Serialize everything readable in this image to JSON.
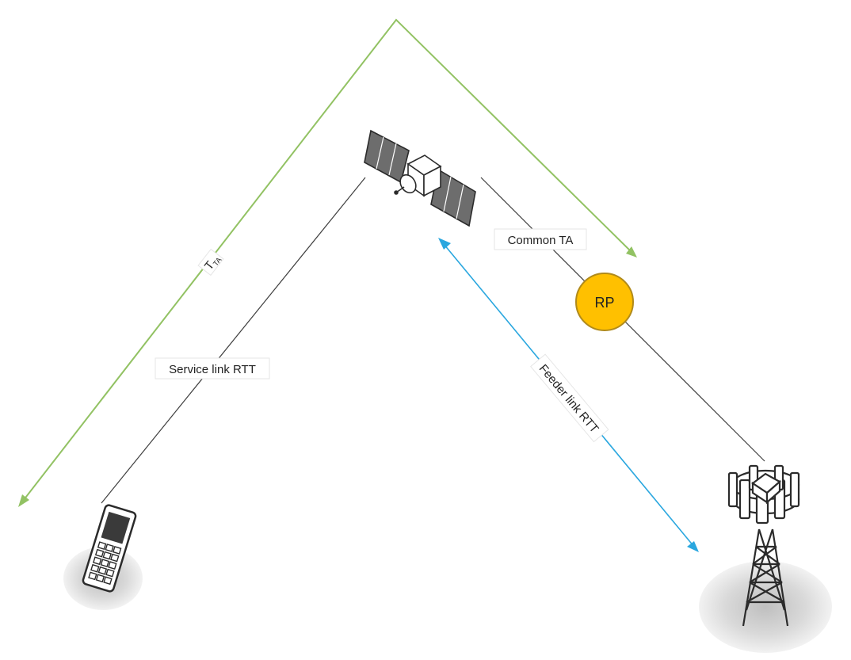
{
  "labels": {
    "tta_main": "T",
    "tta_sub": "TA",
    "common_ta": "Common TA",
    "service_link": "Service link RTT",
    "feeder_link": "Feeder link RTT",
    "rp": "RP"
  },
  "colors": {
    "tta_arrow": "#92c263",
    "feeder_arrow": "#2aa7df",
    "link_line": "#3f3f3f",
    "rp_fill": "#ffc000",
    "rp_stroke": "#b08a1a",
    "shadow": "#d8d8d8"
  },
  "icons": {
    "satellite": "satellite-icon",
    "phone": "mobile-phone-icon",
    "tower": "cell-tower-icon"
  }
}
